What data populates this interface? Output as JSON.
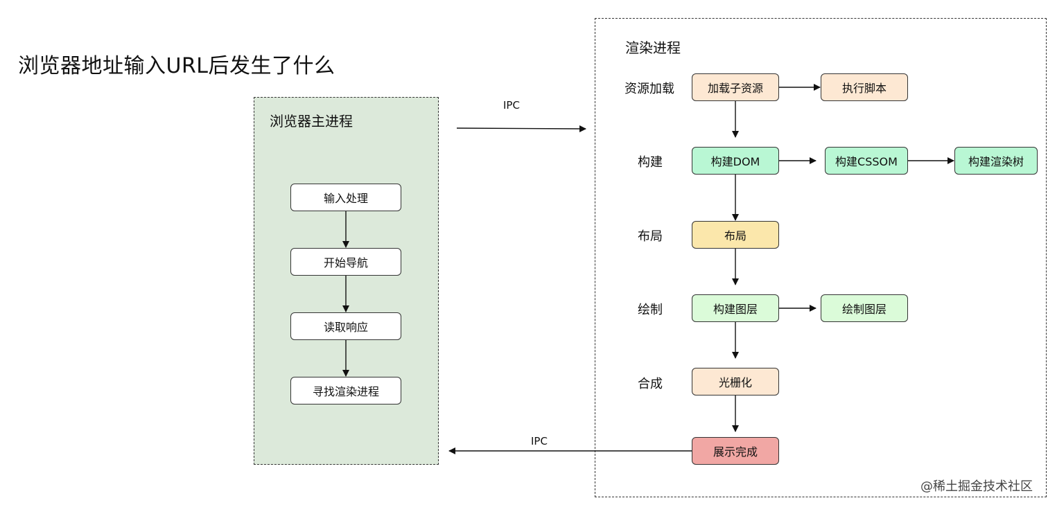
{
  "title": "浏览器地址输入URL后发生了什么",
  "main_process": {
    "label": "浏览器主进程",
    "steps": [
      "输入处理",
      "开始导航",
      "读取响应",
      "寻找渲染进程"
    ]
  },
  "render_process": {
    "label": "渲染进程",
    "stages": {
      "resource": "资源加载",
      "build": "构建",
      "layout": "布局",
      "paint": "绘制",
      "composite": "合成"
    },
    "nodes": {
      "load_subresources": "加载子资源",
      "execute_script": "执行脚本",
      "build_dom": "构建DOM",
      "build_cssom": "构建CSSOM",
      "build_render_tree": "构建渲染树",
      "layout": "布局",
      "build_layers": "构建图层",
      "paint_layers": "绘制图层",
      "rasterize": "光栅化",
      "display_complete": "展示完成"
    }
  },
  "edges": {
    "ipc_to_render": "IPC",
    "ipc_to_main": "IPC"
  },
  "watermark": "@稀土掘金技术社区",
  "colors": {
    "main_group_bg": "#dce9da",
    "peach": "#fde8d3",
    "green": "#b9f7d4",
    "light_green": "#dbfbd9",
    "yellow": "#fbe7ab",
    "red": "#f1a7a4",
    "white_node": "#ffffff"
  }
}
